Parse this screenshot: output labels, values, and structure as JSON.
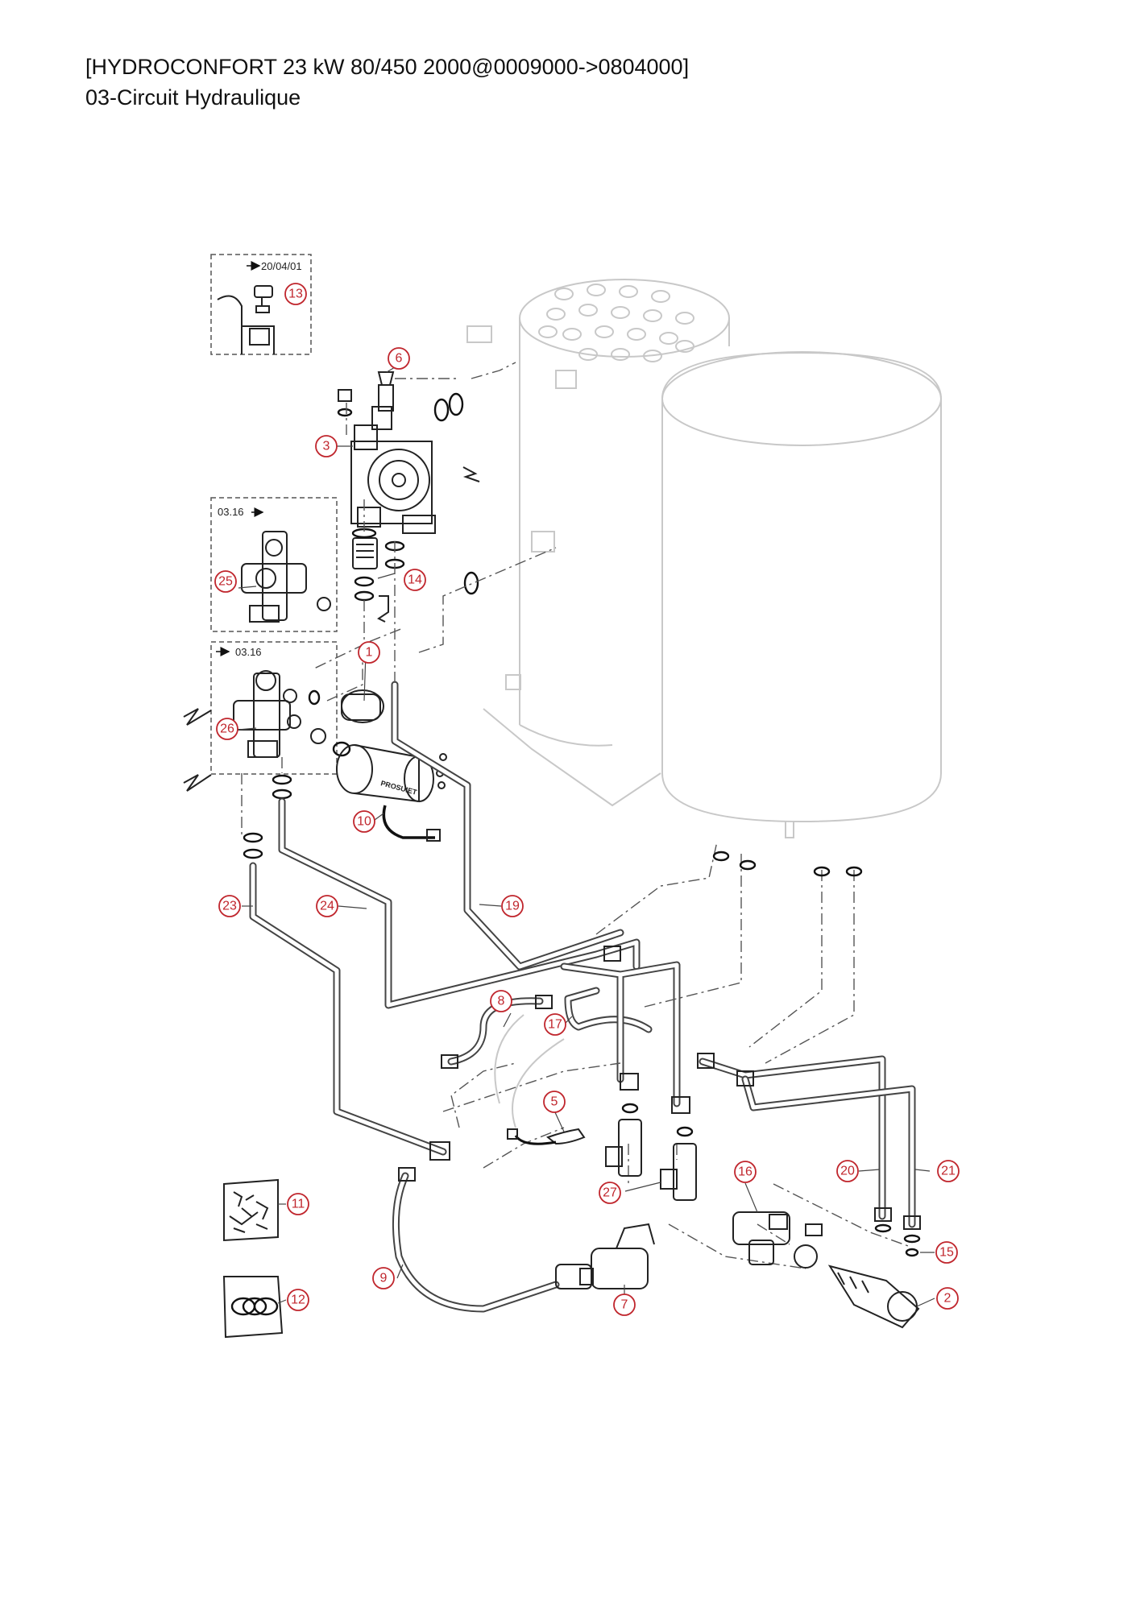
{
  "header": {
    "title": "[HYDROCONFORT 23 kW 80/450 2000@0009000->0804000]",
    "subtitle": "03-Circuit Hydraulique"
  },
  "inset_labels": {
    "box_top": "20/04/01",
    "box_mid": "03.16",
    "box_low": "03.16"
  },
  "pump_brand": "PROSUIET",
  "accent_color": "#c0262d",
  "callouts": {
    "c1": "1",
    "c2": "2",
    "c3": "3",
    "c5": "5",
    "c6": "6",
    "c7": "7",
    "c8": "8",
    "c9": "9",
    "c10": "10",
    "c11": "11",
    "c12": "12",
    "c13": "13",
    "c14": "14",
    "c15": "15",
    "c16": "16",
    "c17": "17",
    "c19": "19",
    "c20": "20",
    "c21": "21",
    "c23": "23",
    "c24": "24",
    "c25": "25",
    "c26": "26",
    "c27": "27"
  }
}
